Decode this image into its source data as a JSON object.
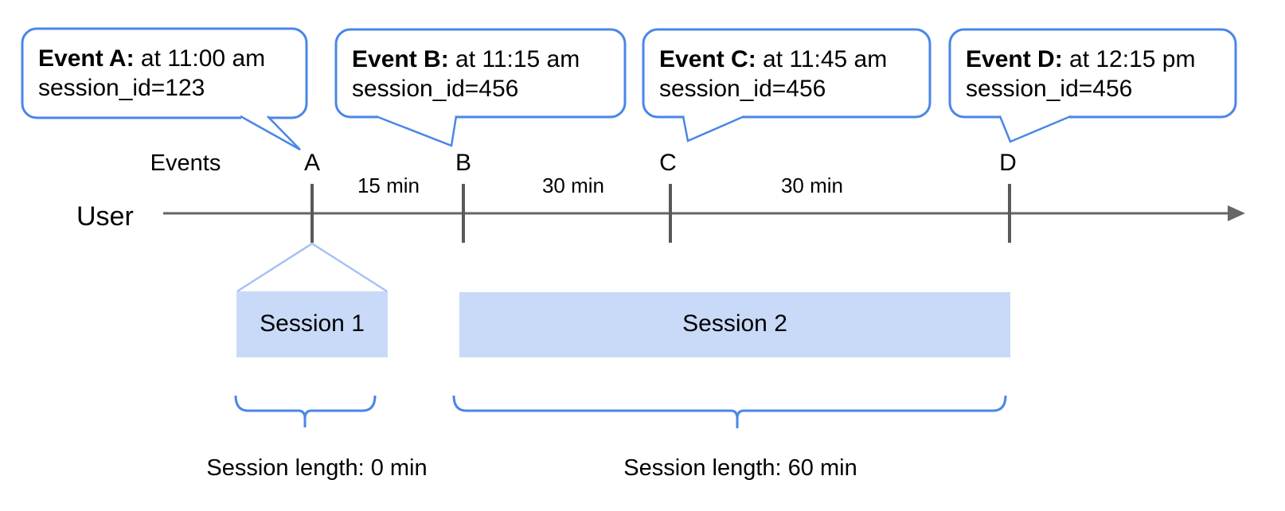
{
  "bubbles": [
    {
      "title": "Event A:",
      "time": " at 11:00 am",
      "session": "session_id=123"
    },
    {
      "title": "Event B:",
      "time": " at 11:15 am",
      "session": "session_id=456"
    },
    {
      "title": "Event C:",
      "time": " at 11:45 am",
      "session": "session_id=456"
    },
    {
      "title": "Event D:",
      "time": " at 12:15 pm",
      "session": "session_id=456"
    }
  ],
  "timeline": {
    "events_label": "Events",
    "user_label": "User",
    "markers": [
      "A",
      "B",
      "C",
      "D"
    ],
    "intervals": [
      "15 min",
      "30 min",
      "30 min"
    ]
  },
  "sessions": [
    {
      "label": "Session 1",
      "length_label": "Session length: 0 min"
    },
    {
      "label": "Session 2",
      "length_label": "Session length: 60 min"
    }
  ],
  "colors": {
    "accent_blue": "#4a86e8",
    "session_fill": "#c9daf8",
    "funnel_line": "#a4c2f4",
    "axis_gray": "#666666",
    "tick_gray": "#595959"
  }
}
